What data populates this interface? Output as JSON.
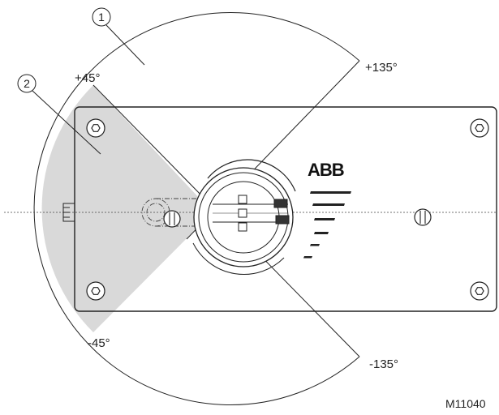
{
  "callouts": [
    {
      "number": "1"
    },
    {
      "number": "2"
    }
  ],
  "angles": {
    "plus_135": "+135°",
    "plus_45": "+45°",
    "minus_45": "-45°",
    "minus_135": "-135°"
  },
  "brand": "ABB",
  "reference": "M11040",
  "colors": {
    "shaded_sector": "#d9d9d9",
    "line": "#222222"
  }
}
